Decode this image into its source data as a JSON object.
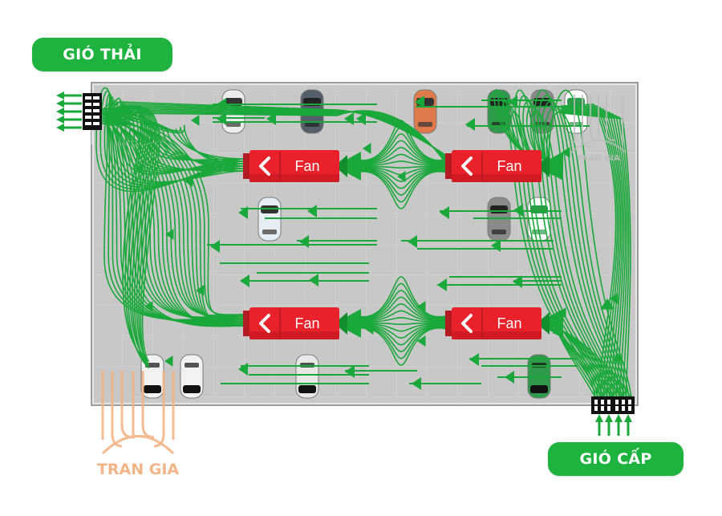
{
  "labels": {
    "exhaust": "GIÓ THẢI",
    "supply": "GIÓ CẤP"
  },
  "fans": [
    {
      "label": "Fan"
    },
    {
      "label": "Fan"
    },
    {
      "label": "Fan"
    },
    {
      "label": "Fan"
    }
  ],
  "watermarks": {
    "main": "TRAN GIA",
    "small": "TRAN GIA"
  },
  "colors": {
    "airflow": "#1aa83a",
    "pill": "#1db33e",
    "fan": "#e8212b",
    "floor": "#c9c9c9",
    "watermark": "#f3b487"
  }
}
